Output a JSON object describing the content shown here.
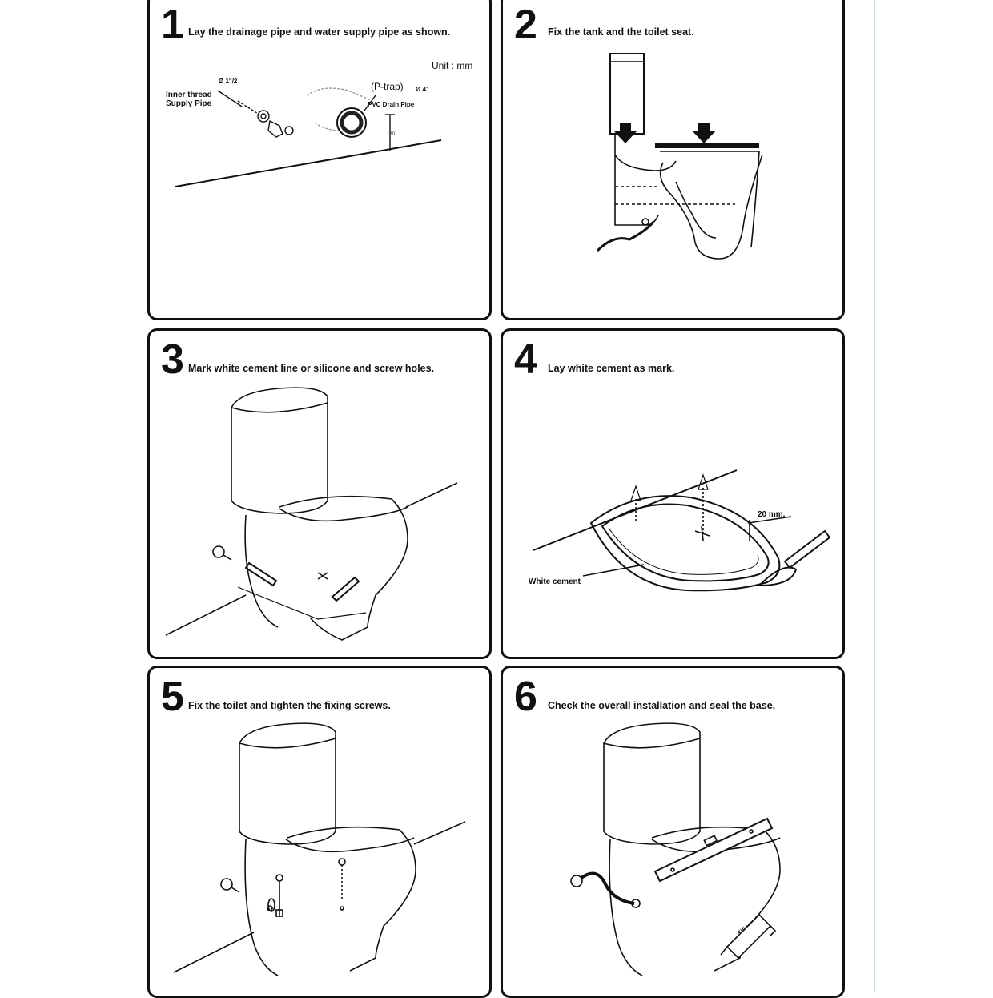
{
  "steps": [
    {
      "number": "1",
      "text": "Lay the drainage pipe and water supply pipe as shown."
    },
    {
      "number": "2",
      "text": "Fix the tank and the toilet seat."
    },
    {
      "number": "3",
      "text": "Mark white cement line or silicone and screw holes."
    },
    {
      "number": "4",
      "text": "Lay white cement as mark."
    },
    {
      "number": "5",
      "text": "Fix the toilet and tighten the fixing screws."
    },
    {
      "number": "6",
      "text": "Check the overall installation and seal the base."
    }
  ],
  "step1": {
    "unit": "Unit : mm",
    "supply_label_line1": "Inner thread",
    "supply_label_line2": "Supply Pipe",
    "supply_size": "Ø 1\"/2",
    "ptrap": "(P-trap)",
    "drain_size": "Ø 4\"",
    "drain_label": "PVC Drain Pipe",
    "height": "180"
  },
  "step4": {
    "gap": "20 mm.",
    "cement_label": "White cement"
  },
  "step6": {
    "tube_label": "Silicone"
  }
}
